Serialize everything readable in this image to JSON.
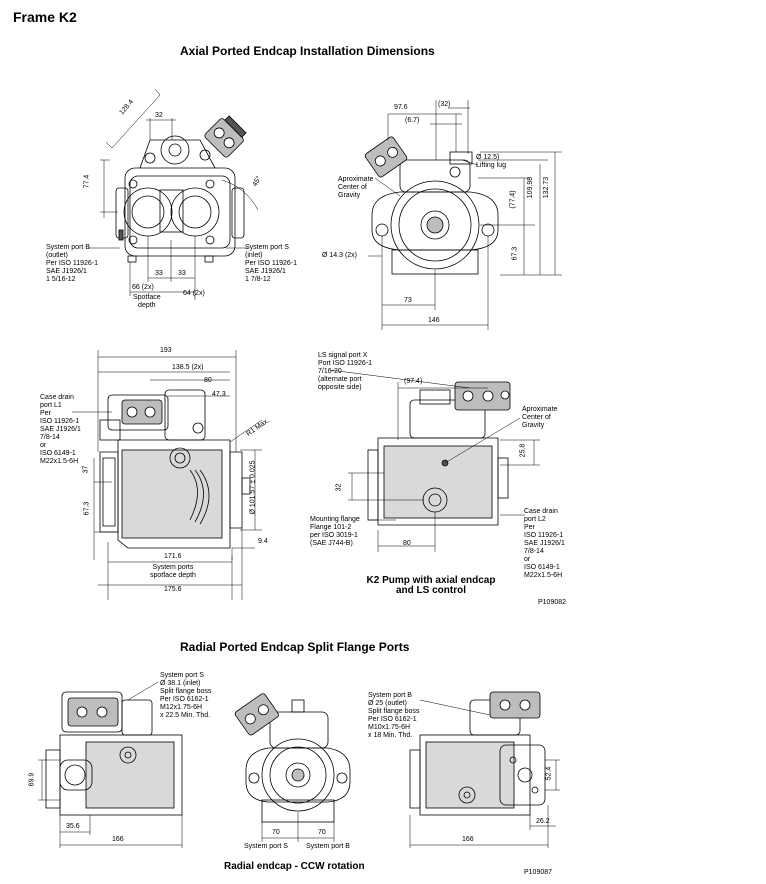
{
  "frame_title": "Frame K2",
  "section_axial_title": "Axial Ported Endcap Installation Dimensions",
  "section_radial_title": "Radial Ported Endcap Split Flange Ports",
  "top_left": {
    "dims": [
      "128.4",
      "32",
      "77.4",
      "45°",
      "33",
      "33",
      "66 (2x)",
      "64 (2x)"
    ],
    "port_b": [
      "System port B",
      "(outlet)",
      "Per ISO 11926-1",
      "SAE J1926/1",
      "1 5/16-12"
    ],
    "port_s": [
      "System port S",
      "(inlet)",
      "Per ISO 11926-1",
      "SAE J1926/1",
      "1 7/8-12"
    ],
    "spotface": [
      "Spotface",
      "depth"
    ]
  },
  "top_right": {
    "dims": [
      "97.6",
      "(32)",
      "(6.7)",
      "(77.4)",
      "109.98",
      "132.73",
      "67.3",
      "73",
      "146"
    ],
    "lifting": [
      "Ø 12.5)",
      "Lifting lug"
    ],
    "cog": [
      "Aproximate",
      "Center of",
      "Gravity"
    ],
    "hole": "Ø 14.3 (2x)"
  },
  "mid_left": {
    "dims": [
      "193",
      "138.5 (2x)",
      "80",
      "47.3",
      "R1 Max.",
      "37",
      "67.3",
      "Ø 101.57 ± 0.025",
      "9.4",
      "171.6",
      "175.6"
    ],
    "case_drain": [
      "Case drain",
      "port L1",
      "Per",
      "ISO 11926-1",
      "SAE J1926/1",
      "7/8-14",
      "or",
      "ISO 6149-1",
      "M22x1.5-6H"
    ],
    "spotface": [
      "System ports",
      "spotface depth"
    ]
  },
  "mid_right": {
    "ls_port": [
      "LS signal port X",
      "Port ISO 11926-1",
      "7/16-20",
      "(alternate port",
      "opposite side)"
    ],
    "dims": [
      "(97.4)",
      "25.8",
      "32",
      "80"
    ],
    "cog": [
      "Aproximate",
      "Center of",
      "Gravity"
    ],
    "flange": [
      "Mounting flange",
      "Flange 101-2",
      "per ISO 3019-1",
      "(SAE J744-B)"
    ],
    "case_drain": [
      "Case drain",
      "port L2",
      "Per",
      "ISO 11926-1",
      "SAE J1926/1",
      "7/8-14",
      "or",
      "ISO 6149-1",
      "M22x1.5-6H"
    ],
    "caption": [
      "K2 Pump with axial endcap",
      "and LS control"
    ],
    "code": "P109082"
  },
  "bottom": {
    "port_s": [
      "System port S",
      "Ø 38.1 (inlet)",
      "Split flange boss",
      "Per ISO 6162-1",
      "M12x1.75-6H",
      "x 22.5 Min. Thd."
    ],
    "port_b": [
      "System port B",
      "Ø 25 (outlet)",
      "Split flange boss",
      "Per ISO 6162-1",
      "M10x1.75-6H",
      "x 18 Min. Thd."
    ],
    "dims_left": [
      "69.9",
      "35.6",
      "166"
    ],
    "dims_mid": [
      "70",
      "70"
    ],
    "ports_mid": [
      "System port S",
      "System port B"
    ],
    "dims_right": [
      "52.4",
      "26.2",
      "166"
    ],
    "caption": "Radial endcap - CCW rotation",
    "code": "P109087"
  }
}
